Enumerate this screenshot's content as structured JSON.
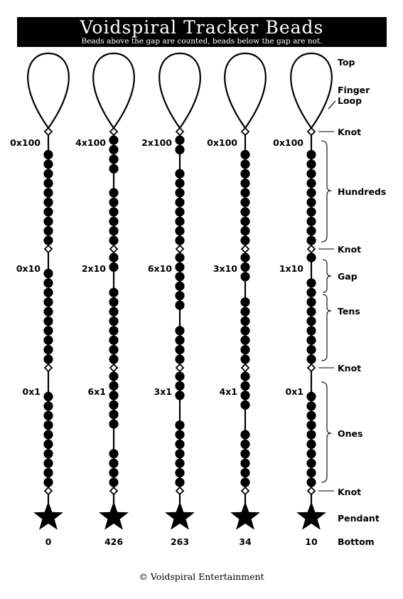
{
  "header": {
    "title": "Voidspiral Tracker Beads",
    "subtitle": "Beads above the gap are counted, beads below the gap are not."
  },
  "strands": [
    {
      "value": "0",
      "hundreds_label": "0x100",
      "tens_label": "0x10",
      "ones_label": "0x1",
      "hundreds": 0,
      "tens": 0,
      "ones": 0
    },
    {
      "value": "426",
      "hundreds_label": "4x100",
      "tens_label": "2x10",
      "ones_label": "6x1",
      "hundreds": 4,
      "tens": 2,
      "ones": 6
    },
    {
      "value": "263",
      "hundreds_label": "2x100",
      "tens_label": "6x10",
      "ones_label": "3x1",
      "hundreds": 2,
      "tens": 6,
      "ones": 3
    },
    {
      "value": "34",
      "hundreds_label": "0x100",
      "tens_label": "3x10",
      "ones_label": "4x1",
      "hundreds": 0,
      "tens": 3,
      "ones": 4
    },
    {
      "value": "10",
      "hundreds_label": "0x100",
      "tens_label": "1x10",
      "ones_label": "0x1",
      "hundreds": 0,
      "tens": 1,
      "ones": 0
    }
  ],
  "legend": {
    "top": "Top",
    "finger_loop_line1": "Finger",
    "finger_loop_line2": "Loop",
    "knot": "Knot",
    "hundreds": "Hundreds",
    "gap": "Gap",
    "tens": "Tens",
    "ones": "Ones",
    "pendant": "Pendant",
    "bottom": "Bottom"
  },
  "footer": {
    "copyright": "© Voidspiral Entertainment"
  }
}
